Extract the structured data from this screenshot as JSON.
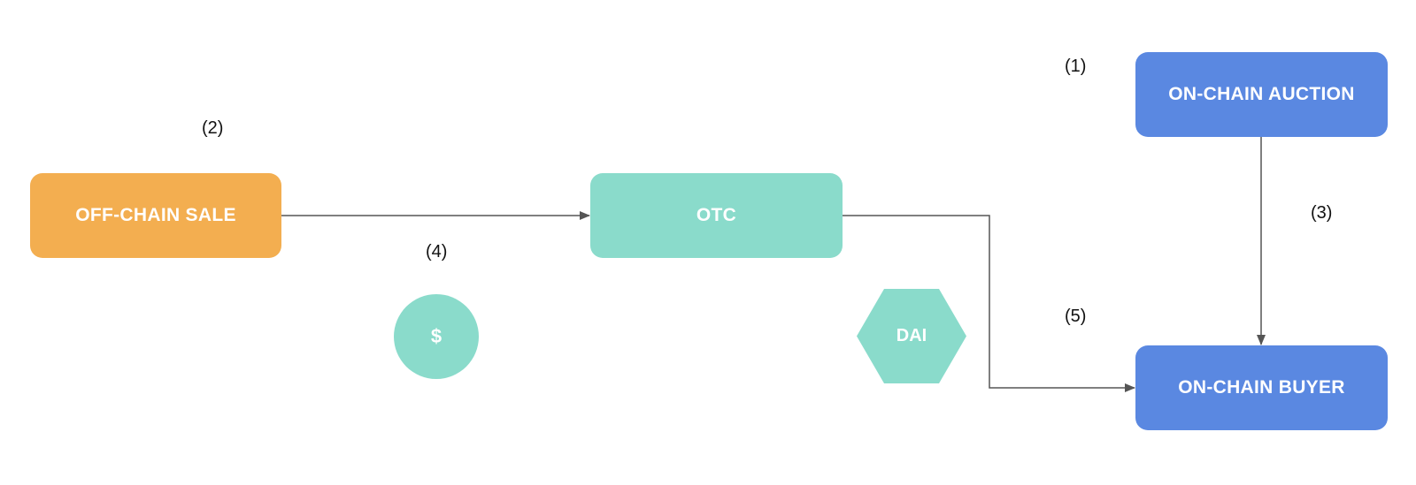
{
  "nodes": {
    "offchain_sale": {
      "label": "OFF-CHAIN SALE"
    },
    "otc": {
      "label": "OTC"
    },
    "onchain_auction": {
      "label": "ON-CHAIN AUCTION"
    },
    "onchain_buyer": {
      "label": "ON-CHAIN BUYER"
    }
  },
  "tokens": {
    "dollar": {
      "label": "$"
    },
    "dai": {
      "label": "DAI"
    }
  },
  "steps": {
    "s1": "(1)",
    "s2": "(2)",
    "s3": "(3)",
    "s4": "(4)",
    "s5": "(5)"
  },
  "colors": {
    "offchain": "#F3AE50",
    "otc": "#8ADBCB",
    "onchain": "#5A88E1",
    "token": "#8ADBCB",
    "connector": "#555555"
  }
}
